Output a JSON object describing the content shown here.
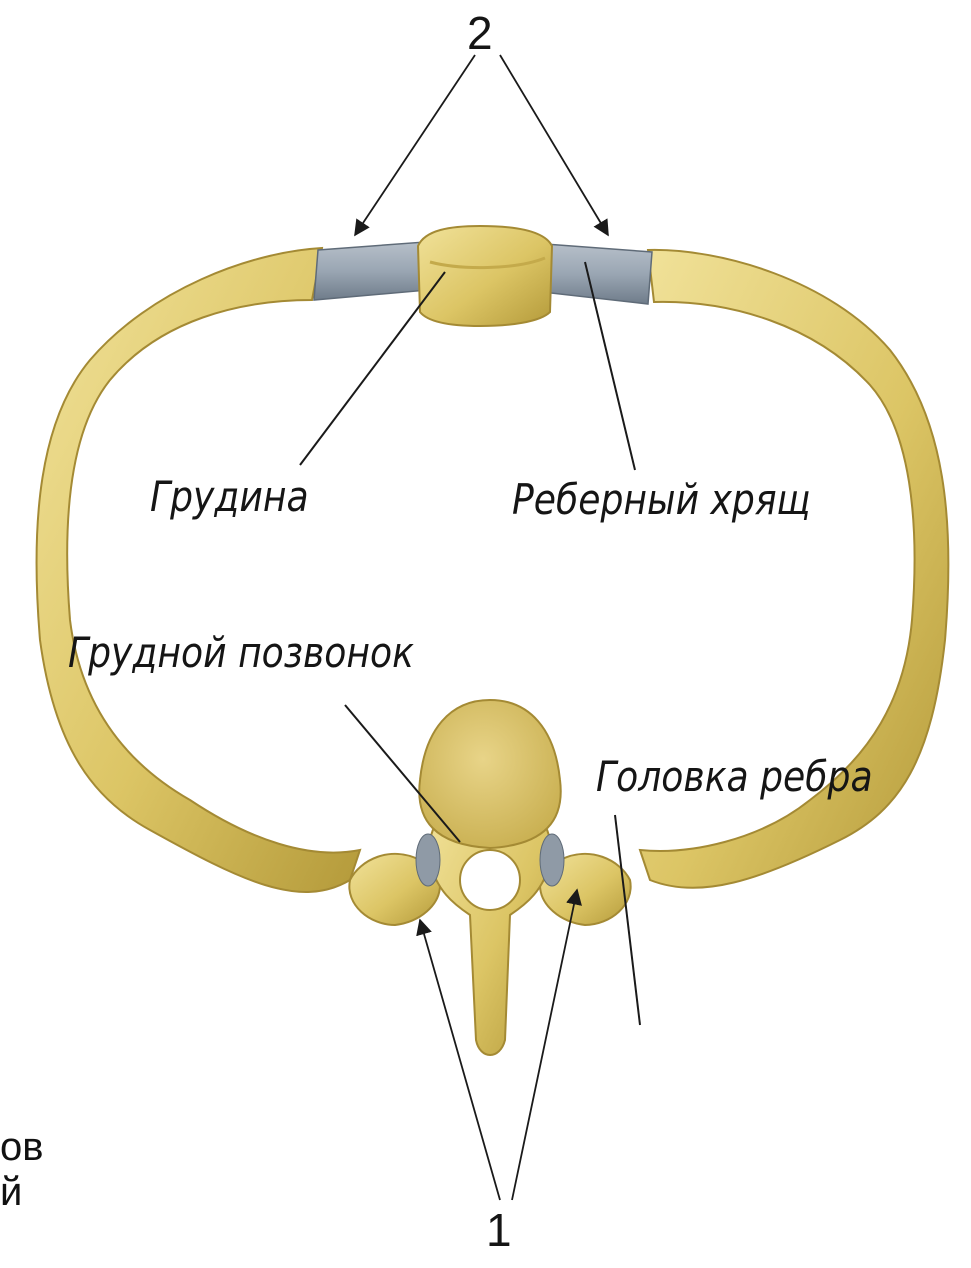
{
  "labels": {
    "callout_top": "2",
    "callout_bottom": "1",
    "sternum": "Грудина",
    "costal_cartilage": "Реберный хрящ",
    "thoracic_vertebra": "Грудной позвонок",
    "rib_head": "Головка ребра"
  },
  "cropped_text": {
    "line1": "ов",
    "line2": "й"
  },
  "colors": {
    "bone": "#e2cd6e",
    "bone_light": "#f1e29a",
    "bone_shadow": "#b49a3a",
    "cartilage": "#9aa6b3",
    "cartilage_dark": "#6f7c8a",
    "arrow": "#1a1a1a"
  }
}
